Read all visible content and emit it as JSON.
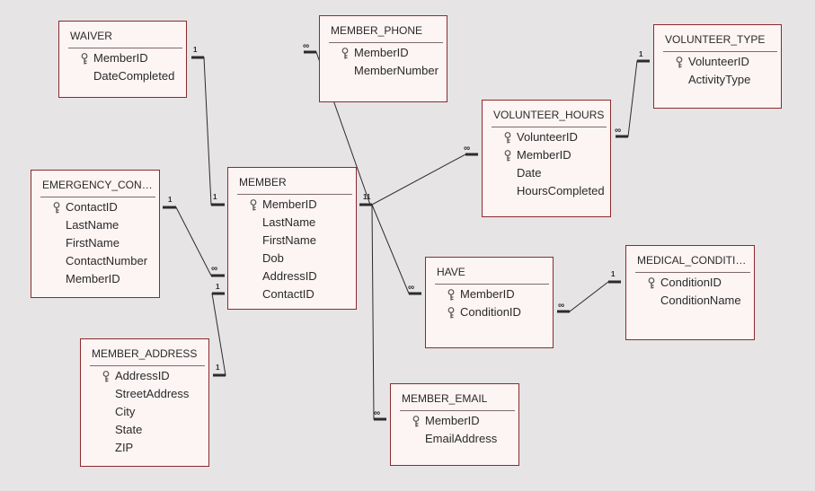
{
  "tables": [
    {
      "id": "waiver",
      "name": "WAIVER",
      "fields": [
        {
          "name": "MemberID",
          "key": true
        },
        {
          "name": "DateCompleted",
          "key": false
        }
      ]
    },
    {
      "id": "member_phone",
      "name": "MEMBER_PHONE",
      "fields": [
        {
          "name": "MemberID",
          "key": true
        },
        {
          "name": "MemberNumber",
          "key": false
        }
      ]
    },
    {
      "id": "volunteer_type",
      "name": "VOLUNTEER_TYPE",
      "fields": [
        {
          "name": "VolunteerID",
          "key": true
        },
        {
          "name": "ActivityType",
          "key": false
        }
      ]
    },
    {
      "id": "volunteer_hours",
      "name": "VOLUNTEER_HOURS",
      "fields": [
        {
          "name": "VolunteerID",
          "key": true
        },
        {
          "name": "MemberID",
          "key": true
        },
        {
          "name": "Date",
          "key": false
        },
        {
          "name": "HoursCompleted",
          "key": false
        }
      ]
    },
    {
      "id": "emergency_contact",
      "name": "EMERGENCY_CONTA...",
      "fields": [
        {
          "name": "ContactID",
          "key": true
        },
        {
          "name": "LastName",
          "key": false
        },
        {
          "name": "FirstName",
          "key": false
        },
        {
          "name": "ContactNumber",
          "key": false
        },
        {
          "name": "MemberID",
          "key": false
        }
      ]
    },
    {
      "id": "member",
      "name": "MEMBER",
      "fields": [
        {
          "name": "MemberID",
          "key": true
        },
        {
          "name": "LastName",
          "key": false
        },
        {
          "name": "FirstName",
          "key": false
        },
        {
          "name": "Dob",
          "key": false
        },
        {
          "name": "AddressID",
          "key": false
        },
        {
          "name": "ContactID",
          "key": false
        }
      ]
    },
    {
      "id": "have",
      "name": "HAVE",
      "fields": [
        {
          "name": "MemberID",
          "key": true
        },
        {
          "name": "ConditionID",
          "key": true
        }
      ]
    },
    {
      "id": "medical_condition",
      "name": "MEDICAL_CONDITION",
      "fields": [
        {
          "name": "ConditionID",
          "key": true
        },
        {
          "name": "ConditionName",
          "key": false
        }
      ]
    },
    {
      "id": "member_address",
      "name": "MEMBER_ADDRESS",
      "fields": [
        {
          "name": "AddressID",
          "key": true
        },
        {
          "name": "StreetAddress",
          "key": false
        },
        {
          "name": "City",
          "key": false
        },
        {
          "name": "State",
          "key": false
        },
        {
          "name": "ZIP",
          "key": false
        }
      ]
    },
    {
      "id": "member_email",
      "name": "MEMBER_EMAIL",
      "fields": [
        {
          "name": "MemberID",
          "key": true
        },
        {
          "name": "EmailAddress",
          "key": false
        }
      ]
    }
  ],
  "cardinality": {
    "one": "1",
    "many": "∞"
  },
  "colors": {
    "table_border": "#8a2c2c",
    "table_fill": "#fdf4f4",
    "canvas": "#e6e4e5",
    "line": "#2b2b2b"
  }
}
